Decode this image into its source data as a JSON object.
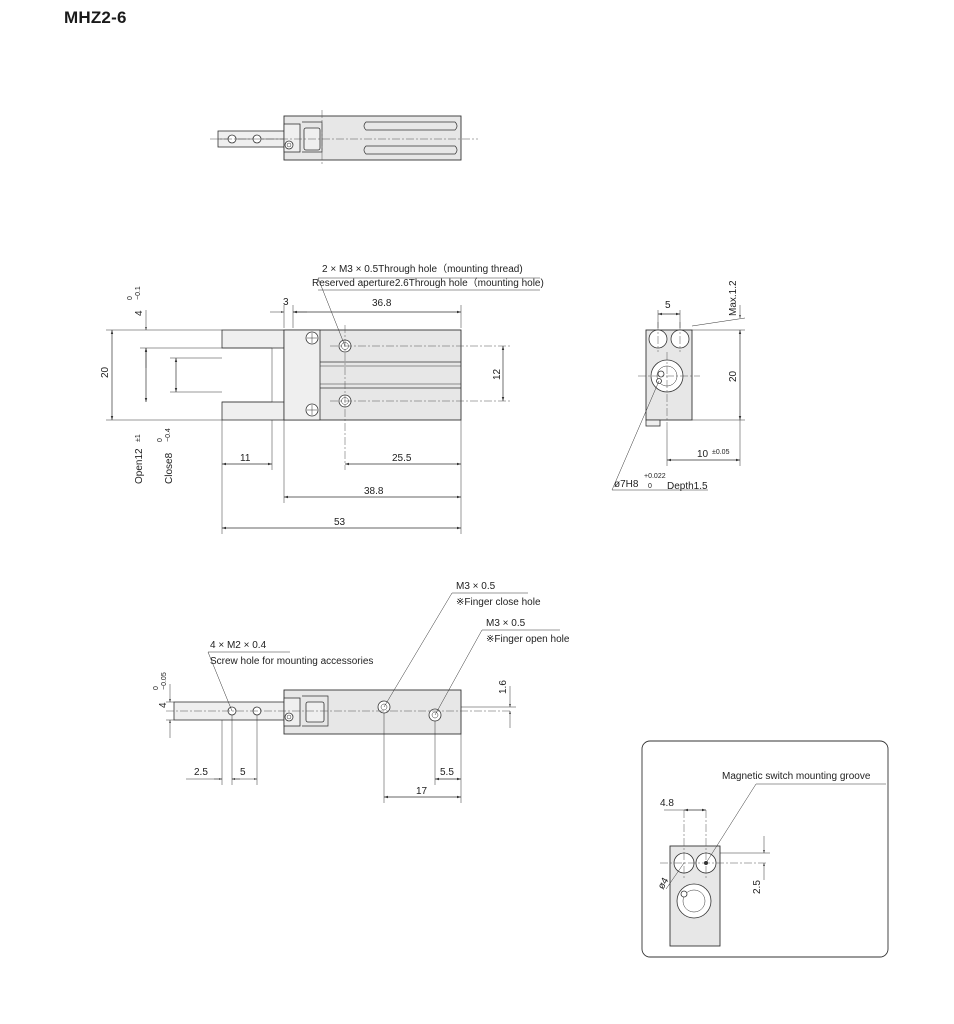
{
  "title": "MHZ2-6",
  "side_view": {
    "callout_thread": "2 × M3 × 0.5Through hole（mounting thread)",
    "callout_reserved": "Reserved aperture2.6Through hole（mounting hole)",
    "dim_3": "3",
    "dim_36_8": "36.8",
    "dim_20": "20",
    "dim_12": "12",
    "dim_4": "4",
    "tol_4_upper": "0",
    "tol_4_lower": "−0.1",
    "open_label": "Open12",
    "open_tol": "±1",
    "close_label": "Close8",
    "close_tol_upper": "0",
    "close_tol_lower": "−0.4",
    "dim_11": "11",
    "dim_25_5": "25.5",
    "dim_38_8": "38.8",
    "dim_53": "53"
  },
  "end_view": {
    "dim_5": "5",
    "dim_max": "Max.1.2",
    "dim_20": "20",
    "dim_10": "10",
    "dim_10_tol": "±0.05",
    "bore_label": "ø7H8",
    "bore_tol_upper": "+0.022",
    "bore_tol_lower": "0",
    "depth_label": "Depth1.5"
  },
  "bottom_view": {
    "callout_close_1": "M3 × 0.5",
    "callout_close_2": "※Finger close hole",
    "callout_open_1": "M3 × 0.5",
    "callout_open_2": "※Finger open hole",
    "callout_screw_1": "4 × M2 × 0.4",
    "callout_screw_2": "Screw hole for mounting accessories",
    "dim_4": "4",
    "tol_4_upper": "0",
    "tol_4_lower": "−0.05",
    "dim_1_6": "1.6",
    "dim_2_5": "2.5",
    "dim_5": "5",
    "dim_5_5": "5.5",
    "dim_17": "17"
  },
  "detail_view": {
    "groove_label": "Magnetic switch mounting groove",
    "dim_4_8": "4.8",
    "dim_phi4": "ø4",
    "dim_2_5": "2.5"
  }
}
